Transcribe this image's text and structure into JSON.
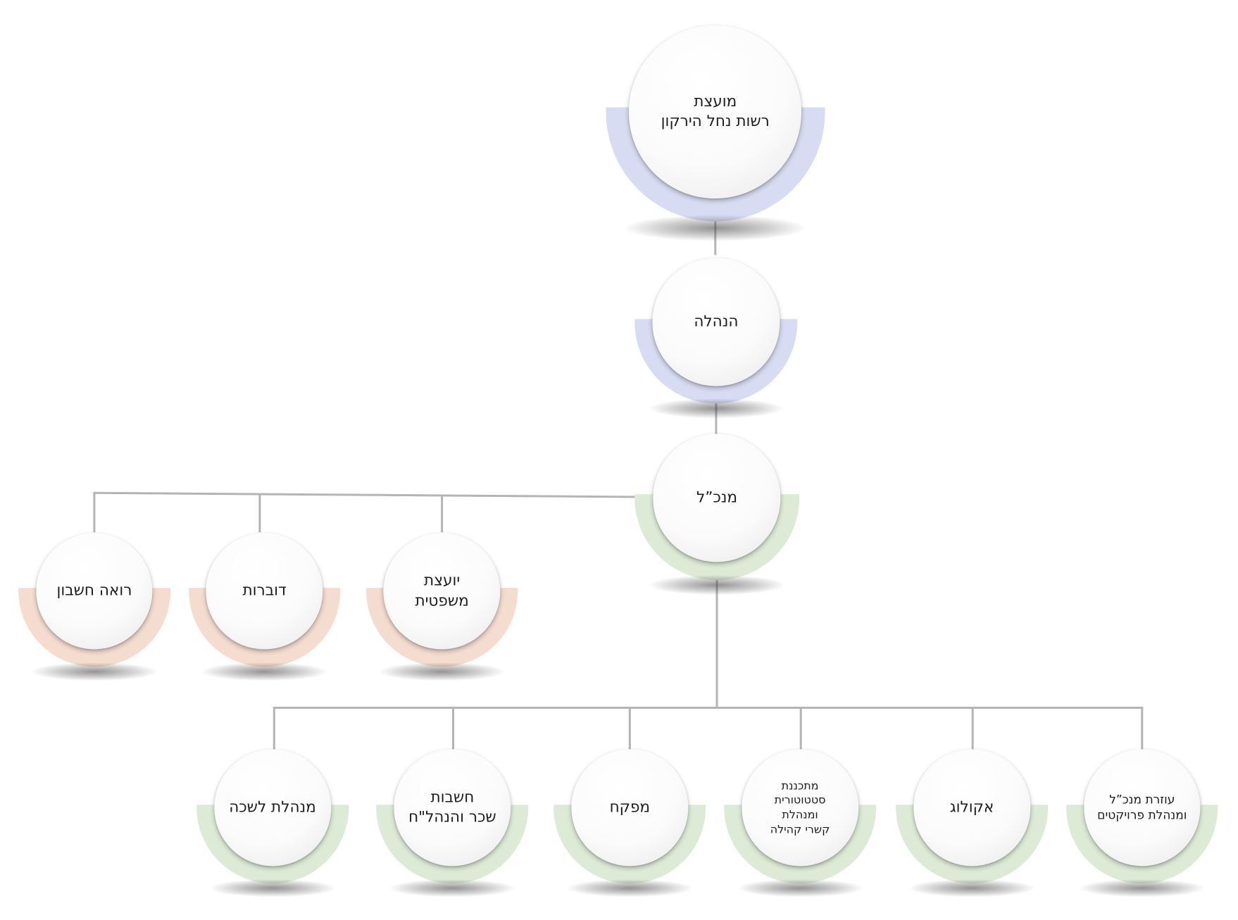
{
  "colors": {
    "connector": "#b4b4b4",
    "halo_blue": "#d7dcf2",
    "halo_green": "#ddebd6",
    "halo_peach": "#f4dccf",
    "text": "#1c1c1c"
  },
  "nodes": [
    {
      "id": "council",
      "lines": [
        "מועצת",
        "רשות נחל הירקון"
      ],
      "halo": "halo_blue"
    },
    {
      "id": "management",
      "lines": [
        "הנהלה"
      ],
      "halo": "halo_blue"
    },
    {
      "id": "ceo",
      "lines": [
        "מנכ”ל"
      ],
      "halo": "halo_green"
    },
    {
      "id": "accountant",
      "lines": [
        "רואה חשבון"
      ],
      "halo": "halo_peach"
    },
    {
      "id": "spokesperson",
      "lines": [
        "דוברות"
      ],
      "halo": "halo_peach"
    },
    {
      "id": "legal-advisor",
      "lines": [
        "יועצת",
        "משפטית"
      ],
      "halo": "halo_peach"
    },
    {
      "id": "office-manager",
      "lines": [
        "מנהלת לשכה"
      ],
      "halo": "halo_green"
    },
    {
      "id": "payroll-accounting",
      "lines": [
        "חשבות",
        "שכר והנהל\"ח"
      ],
      "halo": "halo_green"
    },
    {
      "id": "inspector",
      "lines": [
        "מפקח"
      ],
      "halo": "halo_green"
    },
    {
      "id": "planner",
      "lines": [
        "מתכננת",
        "סטטוטורית",
        "ומנהלת",
        "קשרי קהילה"
      ],
      "halo": "halo_green"
    },
    {
      "id": "ecologist",
      "lines": [
        "אקולוג"
      ],
      "halo": "halo_green"
    },
    {
      "id": "ceo-assistant",
      "lines": [
        "עוזרת מנכ”ל",
        "ומנהלת פרויקטים"
      ],
      "halo": "halo_green"
    }
  ]
}
